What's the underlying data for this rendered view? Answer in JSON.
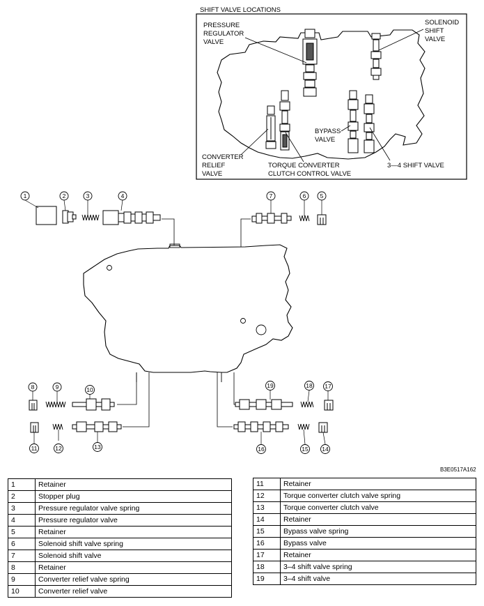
{
  "inset": {
    "title": "SHIFT VALVE LOCATIONS",
    "labels": {
      "pressure_regulator": [
        "PRESSURE",
        "REGULATOR",
        "VALVE"
      ],
      "solenoid_shift": [
        "SOLENOID",
        "SHIFT",
        "VALVE"
      ],
      "bypass": [
        "BYPASS",
        "VALVE"
      ],
      "converter_relief": [
        "CONVERTER",
        "RELIEF",
        "VALVE"
      ],
      "torque_converter": [
        "TORQUE CONVERTER",
        "CLUTCH CONTROL VALVE"
      ],
      "shift_34": "3—4 SHIFT VALVE"
    }
  },
  "callouts": [
    "1",
    "2",
    "3",
    "4",
    "5",
    "6",
    "7",
    "8",
    "9",
    "10",
    "11",
    "12",
    "13",
    "14",
    "15",
    "16",
    "17",
    "18",
    "19"
  ],
  "figure_code": "B3E0517A162",
  "parts_left": [
    {
      "num": "1",
      "name": "Retainer"
    },
    {
      "num": "2",
      "name": "Stopper plug"
    },
    {
      "num": "3",
      "name": "Pressure regulator valve spring"
    },
    {
      "num": "4",
      "name": "Pressure regulator valve"
    },
    {
      "num": "5",
      "name": "Retainer"
    },
    {
      "num": "6",
      "name": "Solenoid shift valve spring"
    },
    {
      "num": "7",
      "name": "Solenoid shift valve"
    },
    {
      "num": "8",
      "name": "Retainer"
    },
    {
      "num": "9",
      "name": "Converter relief valve spring"
    },
    {
      "num": "10",
      "name": "Converter relief valve"
    }
  ],
  "parts_right": [
    {
      "num": "11",
      "name": "Retainer"
    },
    {
      "num": "12",
      "name": "Torque converter clutch valve spring"
    },
    {
      "num": "13",
      "name": "Torque converter clutch valve"
    },
    {
      "num": "14",
      "name": "Retainer"
    },
    {
      "num": "15",
      "name": "Bypass valve spring"
    },
    {
      "num": "16",
      "name": "Bypass valve"
    },
    {
      "num": "17",
      "name": "Retainer"
    },
    {
      "num": "18",
      "name": "3–4 shift valve spring"
    },
    {
      "num": "19",
      "name": "3–4 shift valve"
    }
  ]
}
